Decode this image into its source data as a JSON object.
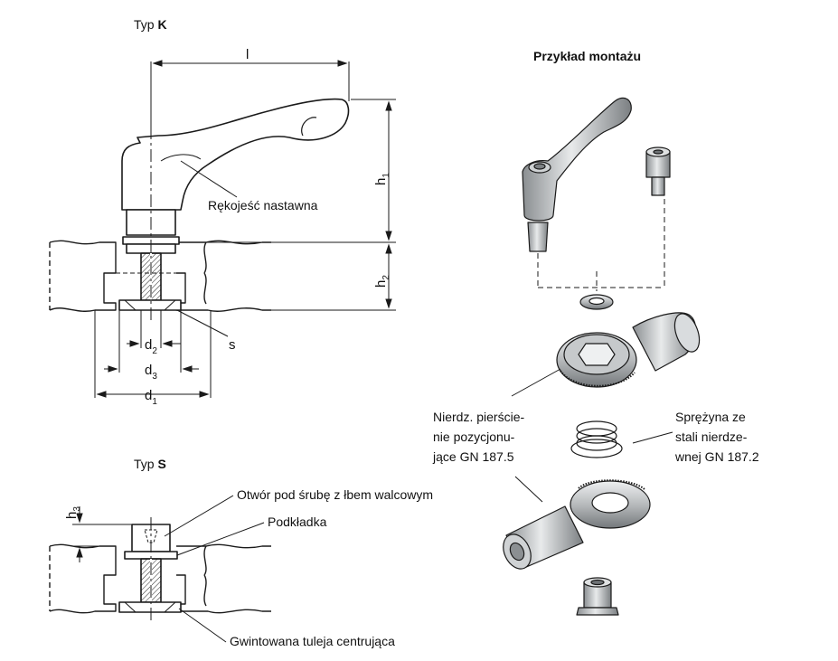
{
  "labels": {
    "typ_k_prefix": "Typ ",
    "typ_k_letter": "K",
    "typ_s_prefix": "Typ ",
    "typ_s_letter": "S",
    "mounting_title": "Przykład montażu",
    "handle": "Rękojeść nastawna",
    "dim_l": "l",
    "dim_h": "h",
    "sub_1": "1",
    "sub_2": "2",
    "sub_3": "3",
    "dim_d": "d",
    "dim_s": "s",
    "screw_hole": "Otwór pod śrubę z łbem walcowym",
    "washer": "Podkładka",
    "bushing": "Gwintowana tuleja centrująca",
    "ring_line1": "Nierdz. pierście-",
    "ring_line2": "nie pozycjonu-",
    "ring_line3": "jące GN 187.5",
    "spring_line1": "Sprężyna ze",
    "spring_line2": "stali nierdze-",
    "spring_line3": "wnej GN 187.2"
  },
  "colors": {
    "line": "#1a1a1a",
    "metal": "#b9bcbe",
    "metal_dark": "#7d8184",
    "metal_light": "#e4e6e7"
  }
}
